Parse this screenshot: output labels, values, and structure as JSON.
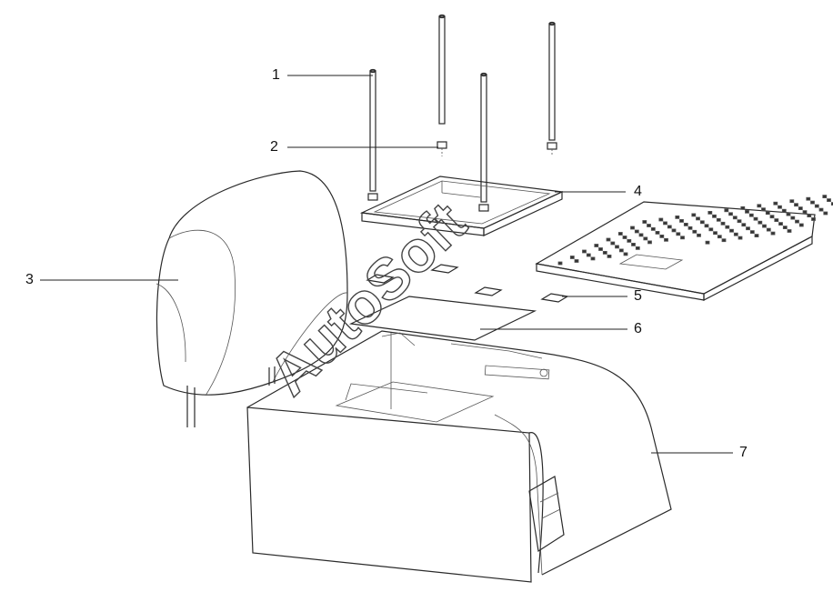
{
  "diagram": {
    "watermark": "AutoSoft",
    "callouts": [
      {
        "num": "1"
      },
      {
        "num": "2"
      },
      {
        "num": "3"
      },
      {
        "num": "4"
      },
      {
        "num": "5"
      },
      {
        "num": "6"
      },
      {
        "num": "7"
      }
    ]
  }
}
